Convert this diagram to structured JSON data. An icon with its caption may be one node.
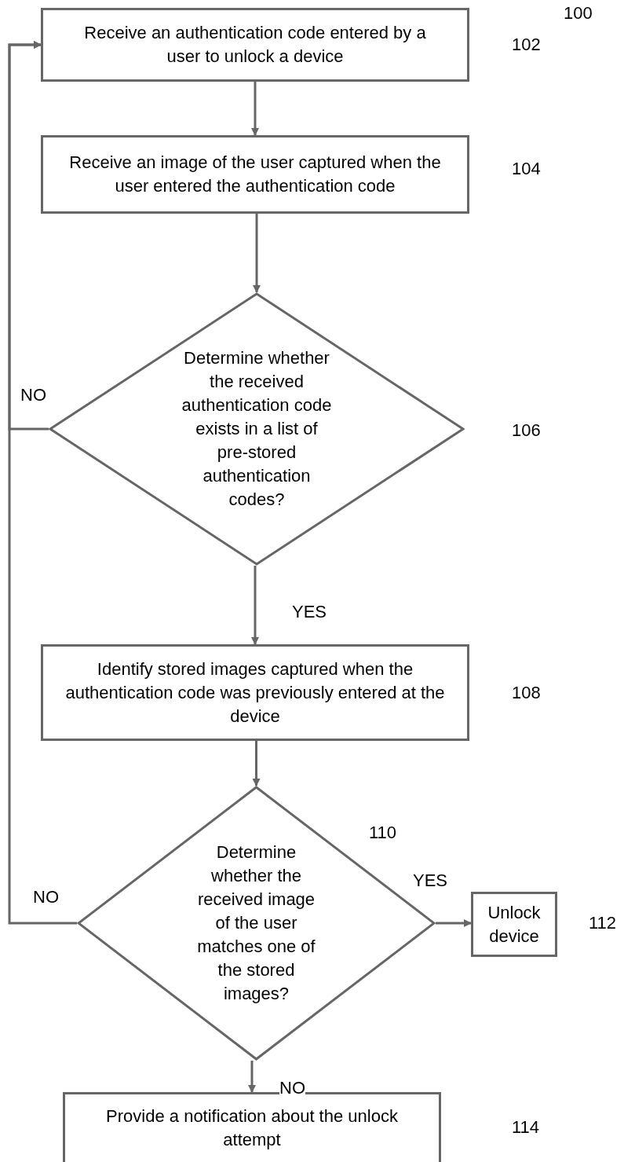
{
  "diagram": {
    "nodes": [
      {
        "text": [
          "Receive an authentication code entered by a user to unlock a device"
        ],
        "beside": [
          "102"
        ]
      },
      {
        "text": [
          "Receive an image of the user captured when the user entered the authentication code"
        ],
        "beside": [
          "104"
        ]
      },
      {
        "text": [
          "Determine whether the received authentication code exists in a list of pre-stored authentication codes?"
        ],
        "beside": [
          "106"
        ]
      },
      {
        "text": [
          "Identify stored images captured when the authentication code was previously entered at the device"
        ],
        "beside": [
          "108"
        ]
      },
      {
        "text": [
          "Determine whether the received image of the user matches one of the stored images?"
        ],
        "beside": [
          "110"
        ]
      },
      {
        "text": [
          "Unlock device"
        ],
        "beside": [
          "112"
        ]
      },
      {
        "text": [
          "Provide a notification about the unlock attempt"
        ]
      }
    ],
    "edges": [
      {
        "from": 0,
        "to": 1,
        "arrow": "to"
      },
      {
        "from": 1,
        "to": 2,
        "arrow": "to"
      },
      {
        "from": 2,
        "to": 3,
        "arrow": "to",
        "label": "YES"
      },
      {
        "from": 2,
        "to": 0,
        "arrow": "to",
        "label": "NO"
      },
      {
        "from": 3,
        "to": 4,
        "arrow": "to"
      },
      {
        "from": 4,
        "to": 5,
        "arrow": "to",
        "label": "YES"
      },
      {
        "from": 4,
        "to": 0,
        "arrow": "to",
        "label": "NO"
      },
      {
        "from": 4,
        "to": 6,
        "arrow": "to",
        "label": "NO"
      }
    ],
    "labels": [
      "100",
      "114"
    ]
  }
}
